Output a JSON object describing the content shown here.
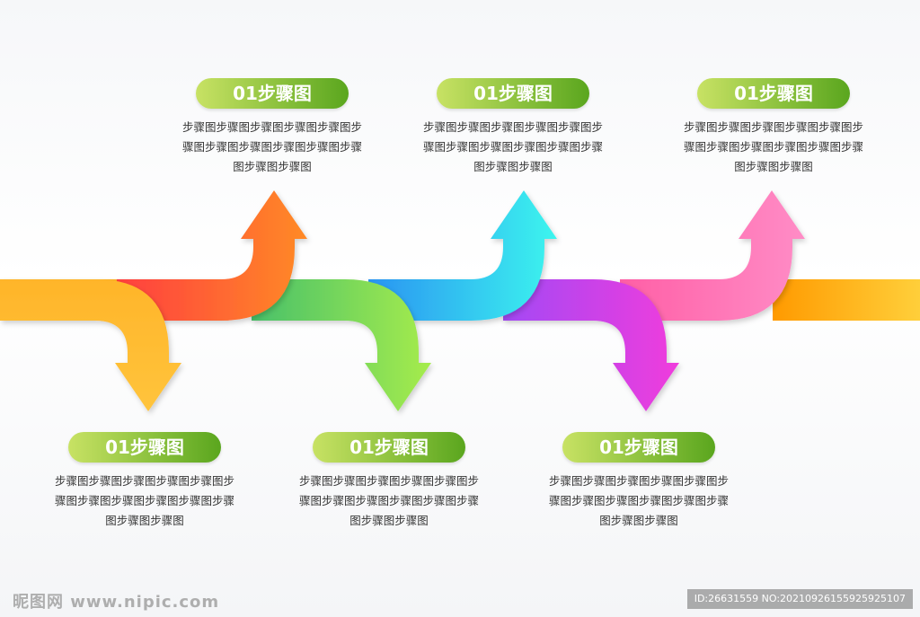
{
  "steps": [
    {
      "title": "01步骤图",
      "text": "步骤图步骤图步骤图步骤图步骤图步骤图步骤图步骤图步骤图步骤图步骤图步骤图步骤图"
    },
    {
      "title": "01步骤图",
      "text": "步骤图步骤图步骤图步骤图步骤图步骤图步骤图步骤图步骤图步骤图步骤图步骤图步骤图"
    },
    {
      "title": "01步骤图",
      "text": "步骤图步骤图步骤图步骤图步骤图步骤图步骤图步骤图步骤图步骤图步骤图步骤图步骤图"
    },
    {
      "title": "01步骤图",
      "text": "步骤图步骤图步骤图步骤图步骤图步骤图步骤图步骤图步骤图步骤图步骤图步骤图步骤图"
    },
    {
      "title": "01步骤图",
      "text": "步骤图步骤图步骤图步骤图步骤图步骤图步骤图步骤图步骤图步骤图步骤图步骤图步骤图"
    },
    {
      "title": "01步骤图",
      "text": "步骤图步骤图步骤图步骤图步骤图步骤图步骤图步骤图步骤图步骤图步骤图步骤图步骤图"
    }
  ],
  "arrow_colors": [
    "#ffb020",
    "#ff5a2e",
    "#5cc85a",
    "#25aef5",
    "#c93ff0",
    "#ff6fb4"
  ],
  "watermark": {
    "left": "昵图网 www.nipic.com",
    "right": "ID:26631559 NO:20210926155925925107"
  }
}
